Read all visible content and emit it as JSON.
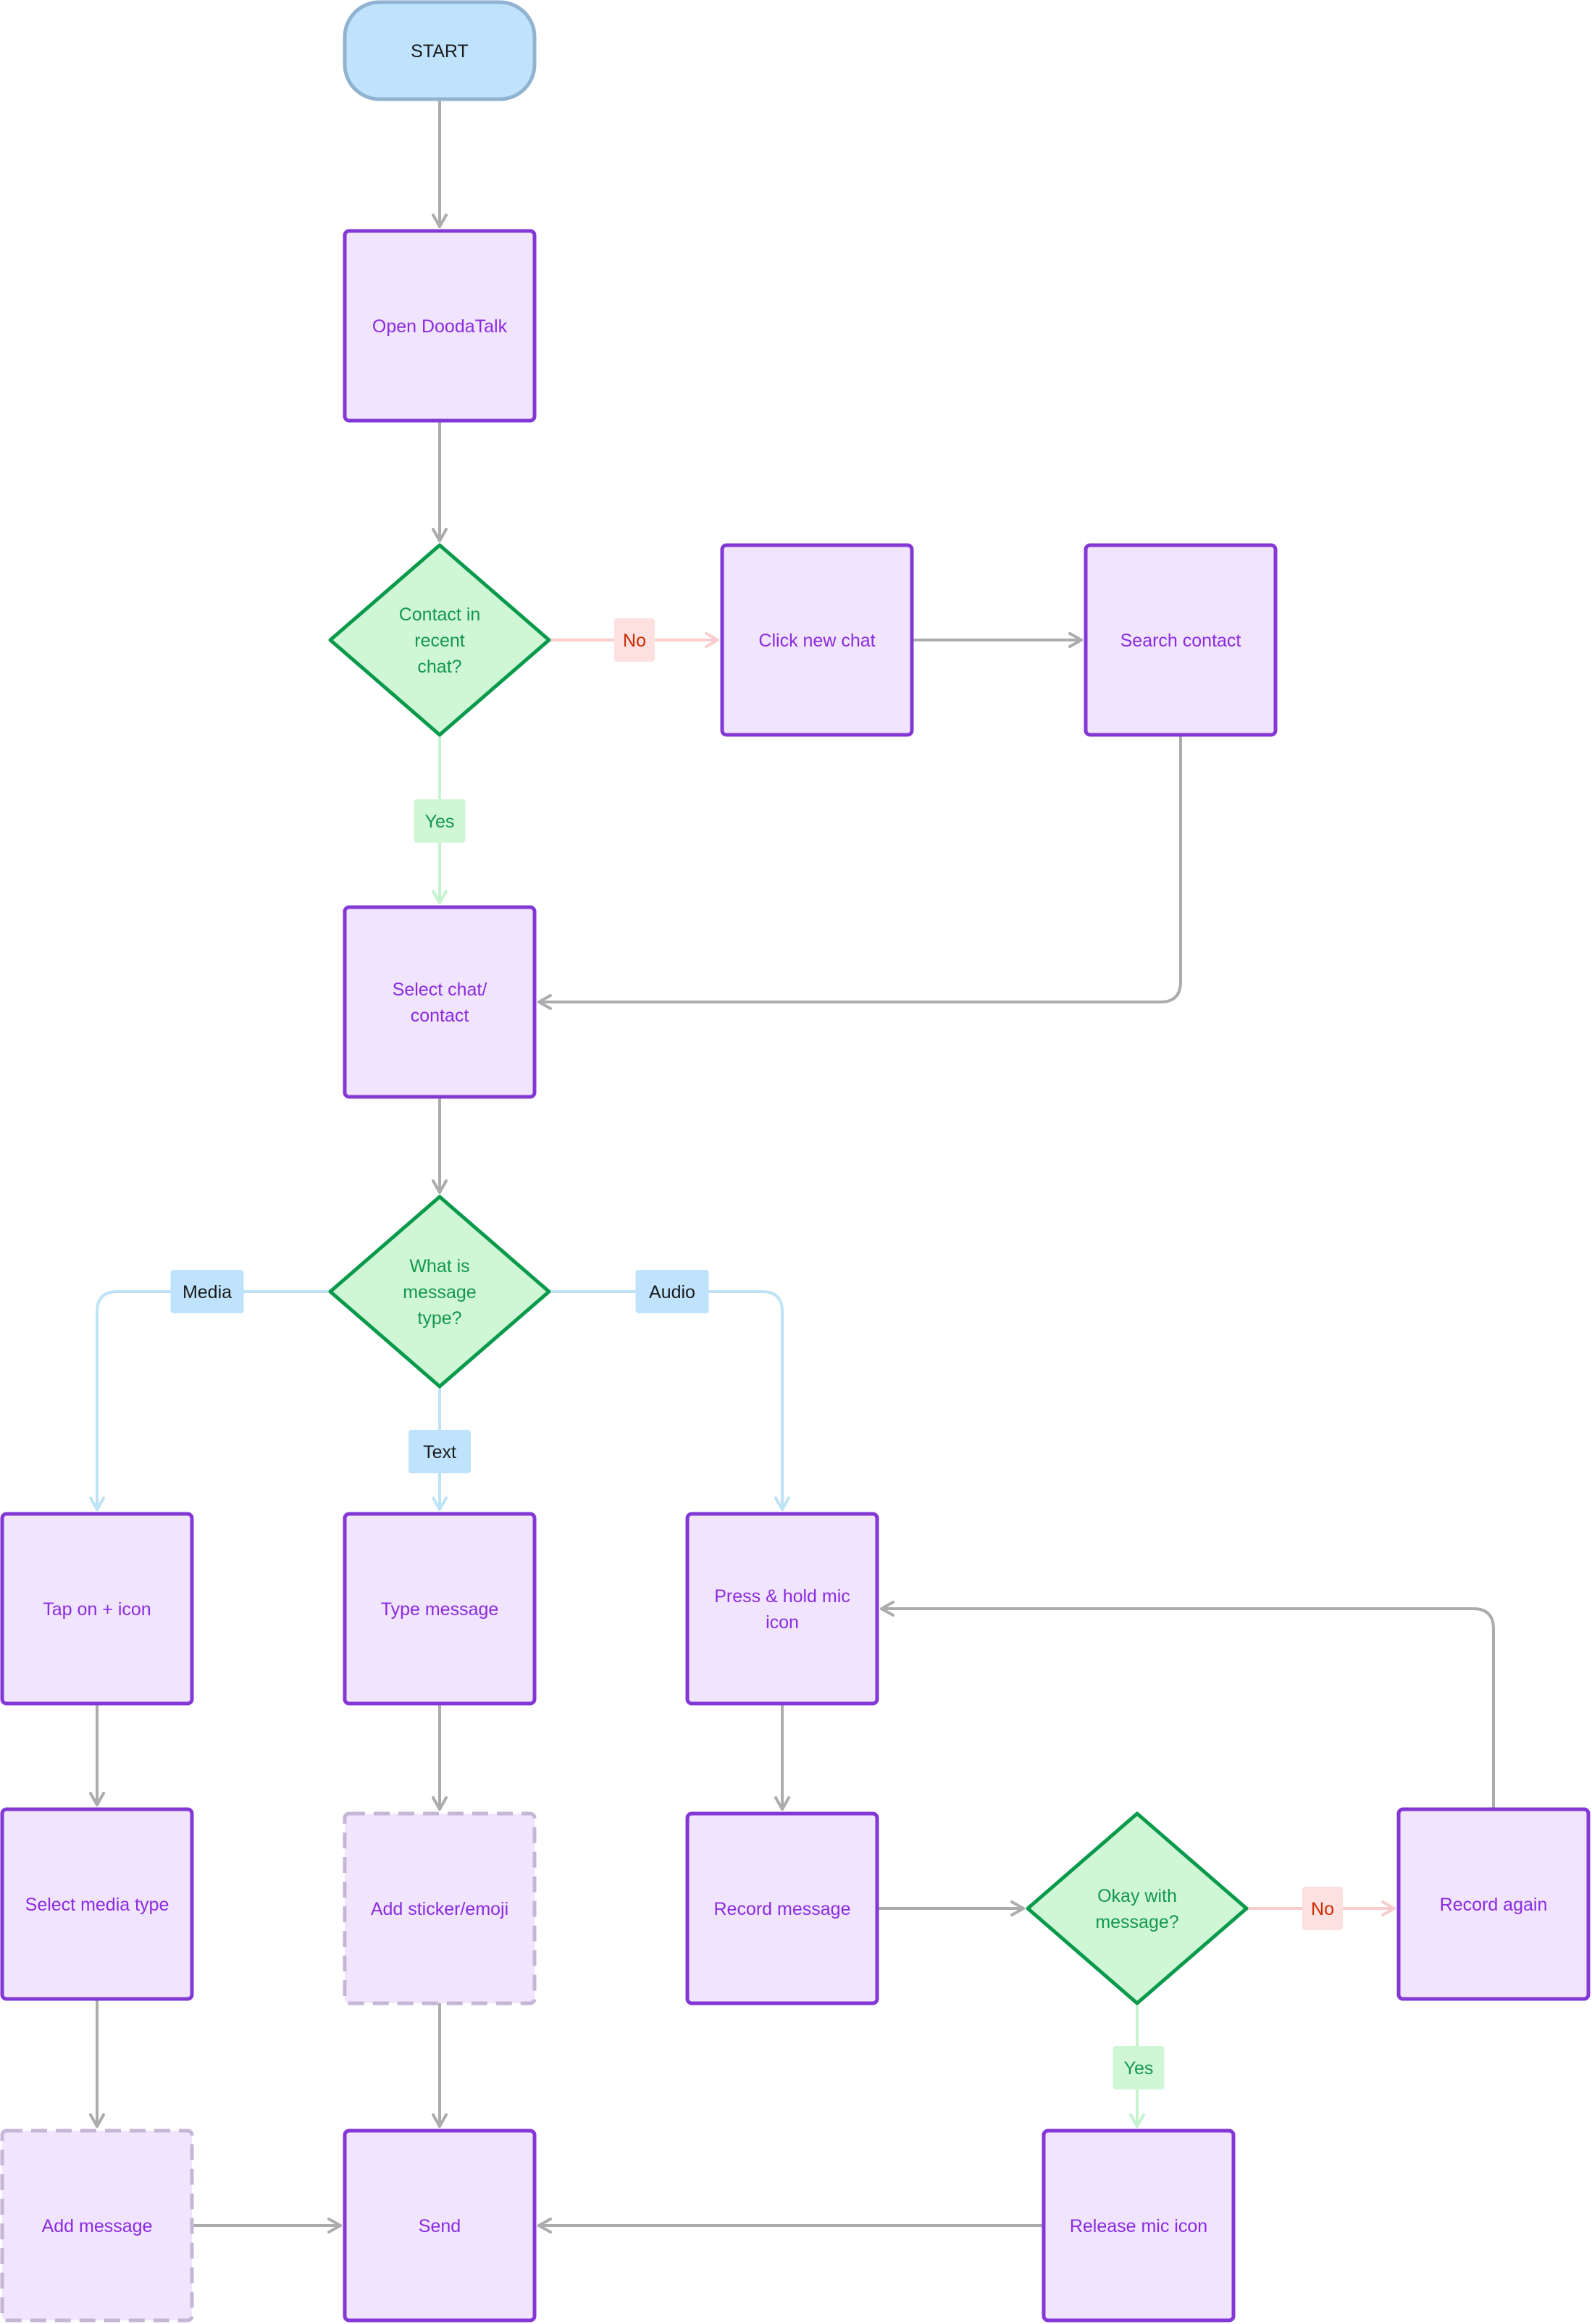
{
  "colors": {
    "process_fill": "#f1e4fd",
    "process_stroke": "#8338d6",
    "process_text": "#8a2be2",
    "dashed_stroke": "#c6b6d6",
    "decision_fill": "#cff7d6",
    "decision_stroke": "#0a9a4b",
    "decision_text": "#14974d",
    "start_fill": "#bfe3fd",
    "start_stroke": "#8fb3d1",
    "start_text": "#1a1a1a",
    "arrow_gray": "#acacac",
    "arrow_red": "#f7cdcd",
    "arrow_green": "#c6f3cf",
    "arrow_blue": "#bfe3f6",
    "label_red_bg": "#fde0e0",
    "label_red_text": "#cc2b00",
    "label_green_bg": "#cff7d6",
    "label_green_text": "#14974d",
    "label_blue_bg": "#bfe3fd",
    "label_blue_text": "#1a1a1a",
    "label_plain_text": "#1a1a1a"
  },
  "nodes": {
    "start": {
      "type": "start",
      "lines": [
        "START"
      ]
    },
    "open": {
      "type": "process",
      "lines": [
        "Open DoodaTalk"
      ]
    },
    "contact_q": {
      "type": "decision",
      "lines": [
        "Contact in",
        "recent",
        "chat?"
      ]
    },
    "new_chat": {
      "type": "process",
      "lines": [
        "Click new chat"
      ]
    },
    "search": {
      "type": "process",
      "lines": [
        "Search contact"
      ]
    },
    "select_chat": {
      "type": "process",
      "lines": [
        "Select chat/",
        "contact"
      ]
    },
    "msg_type_q": {
      "type": "decision",
      "lines": [
        "What is",
        "message",
        "type?"
      ]
    },
    "tap_plus": {
      "type": "process",
      "lines": [
        "Tap on + icon"
      ]
    },
    "type_msg": {
      "type": "process",
      "lines": [
        "Type message"
      ]
    },
    "press_mic": {
      "type": "process",
      "lines": [
        "Press & hold mic",
        "icon"
      ]
    },
    "select_media": {
      "type": "process",
      "lines": [
        "Select media type"
      ]
    },
    "add_sticker": {
      "type": "optional",
      "lines": [
        "Add sticker/emoji"
      ]
    },
    "record_msg": {
      "type": "process",
      "lines": [
        "Record message"
      ]
    },
    "okay_q": {
      "type": "decision",
      "lines": [
        "Okay with",
        "message?"
      ]
    },
    "record_again": {
      "type": "process",
      "lines": [
        "Record again"
      ]
    },
    "add_message": {
      "type": "optional",
      "lines": [
        "Add message"
      ]
    },
    "send": {
      "type": "process",
      "lines": [
        "Send"
      ]
    },
    "release_mic": {
      "type": "process",
      "lines": [
        "Release mic icon"
      ]
    }
  },
  "edges": [
    {
      "from": "start",
      "to": "open",
      "style": "gray"
    },
    {
      "from": "open",
      "to": "contact_q",
      "style": "gray"
    },
    {
      "from": "contact_q",
      "to": "new_chat",
      "style": "red",
      "label": "No"
    },
    {
      "from": "new_chat",
      "to": "search",
      "style": "gray"
    },
    {
      "from": "search",
      "to": "select_chat",
      "style": "gray"
    },
    {
      "from": "contact_q",
      "to": "select_chat",
      "style": "green",
      "label": "Yes"
    },
    {
      "from": "select_chat",
      "to": "msg_type_q",
      "style": "gray"
    },
    {
      "from": "msg_type_q",
      "to": "tap_plus",
      "style": "blue",
      "label": "Media"
    },
    {
      "from": "msg_type_q",
      "to": "type_msg",
      "style": "blue",
      "label": "Text"
    },
    {
      "from": "msg_type_q",
      "to": "press_mic",
      "style": "blue",
      "label": "Audio"
    },
    {
      "from": "tap_plus",
      "to": "select_media",
      "style": "gray"
    },
    {
      "from": "select_media",
      "to": "add_message",
      "style": "gray"
    },
    {
      "from": "add_message",
      "to": "send",
      "style": "gray"
    },
    {
      "from": "type_msg",
      "to": "add_sticker",
      "style": "gray"
    },
    {
      "from": "add_sticker",
      "to": "send",
      "style": "gray"
    },
    {
      "from": "press_mic",
      "to": "record_msg",
      "style": "gray"
    },
    {
      "from": "record_msg",
      "to": "okay_q",
      "style": "gray"
    },
    {
      "from": "okay_q",
      "to": "record_again",
      "style": "red",
      "label": "No"
    },
    {
      "from": "record_again",
      "to": "press_mic",
      "style": "gray"
    },
    {
      "from": "okay_q",
      "to": "release_mic",
      "style": "green",
      "label": "Yes"
    },
    {
      "from": "release_mic",
      "to": "send",
      "style": "gray"
    }
  ]
}
